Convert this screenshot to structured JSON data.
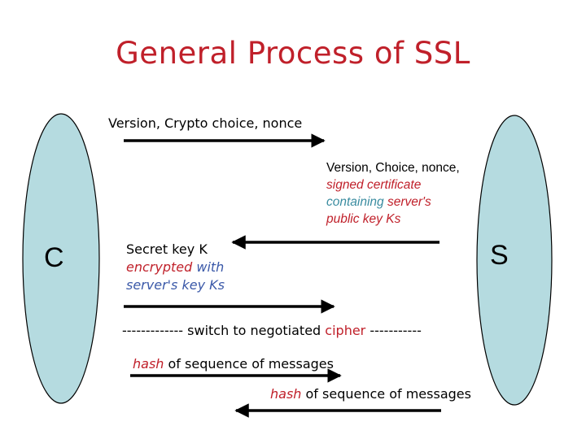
{
  "title": "General Process of SSL",
  "colors": {
    "title": "#c0202a",
    "ellipse_fill": "#b5dbe0",
    "emphasis_red": "#c0202a",
    "emphasis_blue": "#3a58a8",
    "emphasis_teal": "#3a8ca0"
  },
  "client": {
    "label": "C"
  },
  "server": {
    "label": "S"
  },
  "messages": {
    "m1": {
      "text": "Version, Crypto choice, nonce"
    },
    "m2": {
      "line1": "Version, Choice, nonce,",
      "line2": "signed certificate",
      "line3_a": "containing",
      "line3_b": "server's",
      "line4": "public key Ks"
    },
    "m3": {
      "line1": "Secret key K",
      "line2_a": "encrypted",
      "line2_b": "with",
      "line3": "server's key Ks"
    },
    "switch": {
      "dashes_left": "-------------",
      "text": "switch to negotiated",
      "highlight": "cipher",
      "dashes_right": "-----------"
    },
    "m4": {
      "highlight": "hash",
      "text": "of sequence of messages"
    },
    "m5": {
      "highlight": "hash",
      "text": "of sequence of messages"
    }
  }
}
